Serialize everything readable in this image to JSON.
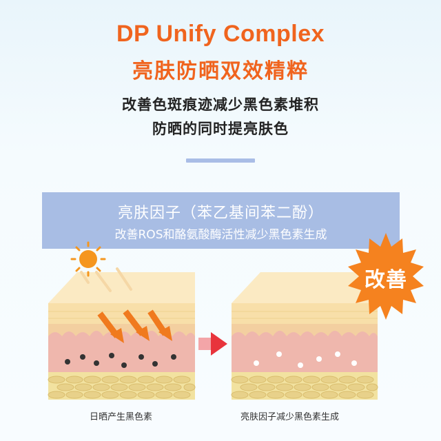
{
  "header": {
    "title_en": "DP Unify Complex",
    "title_cn": "亮肤防晒双效精粹",
    "desc_line1": "改善色斑痕迹减少黑色素堆积",
    "desc_line2": "防晒的同时提亮肤色"
  },
  "banner": {
    "title": "亮肤因子（苯乙基间苯二酚）",
    "subtitle": "改善ROS和酪氨酸酶活性减少黑色素生成"
  },
  "badge": {
    "label": "改善"
  },
  "captions": {
    "left": "日晒产生黑色素",
    "right": "亮肤因子减少黑色素生成"
  },
  "colors": {
    "accent": "#f0641e",
    "banner": "#a8bde4",
    "badge": "#f5821f",
    "arrow": "#e8343c",
    "skin_top": "#f8dfa9",
    "dermis": "#efb7ad",
    "fat": "#f2e2a0"
  },
  "icons": [
    "sun-icon",
    "uv-ray-arrow-icon",
    "right-arrow-icon",
    "starburst-badge"
  ]
}
